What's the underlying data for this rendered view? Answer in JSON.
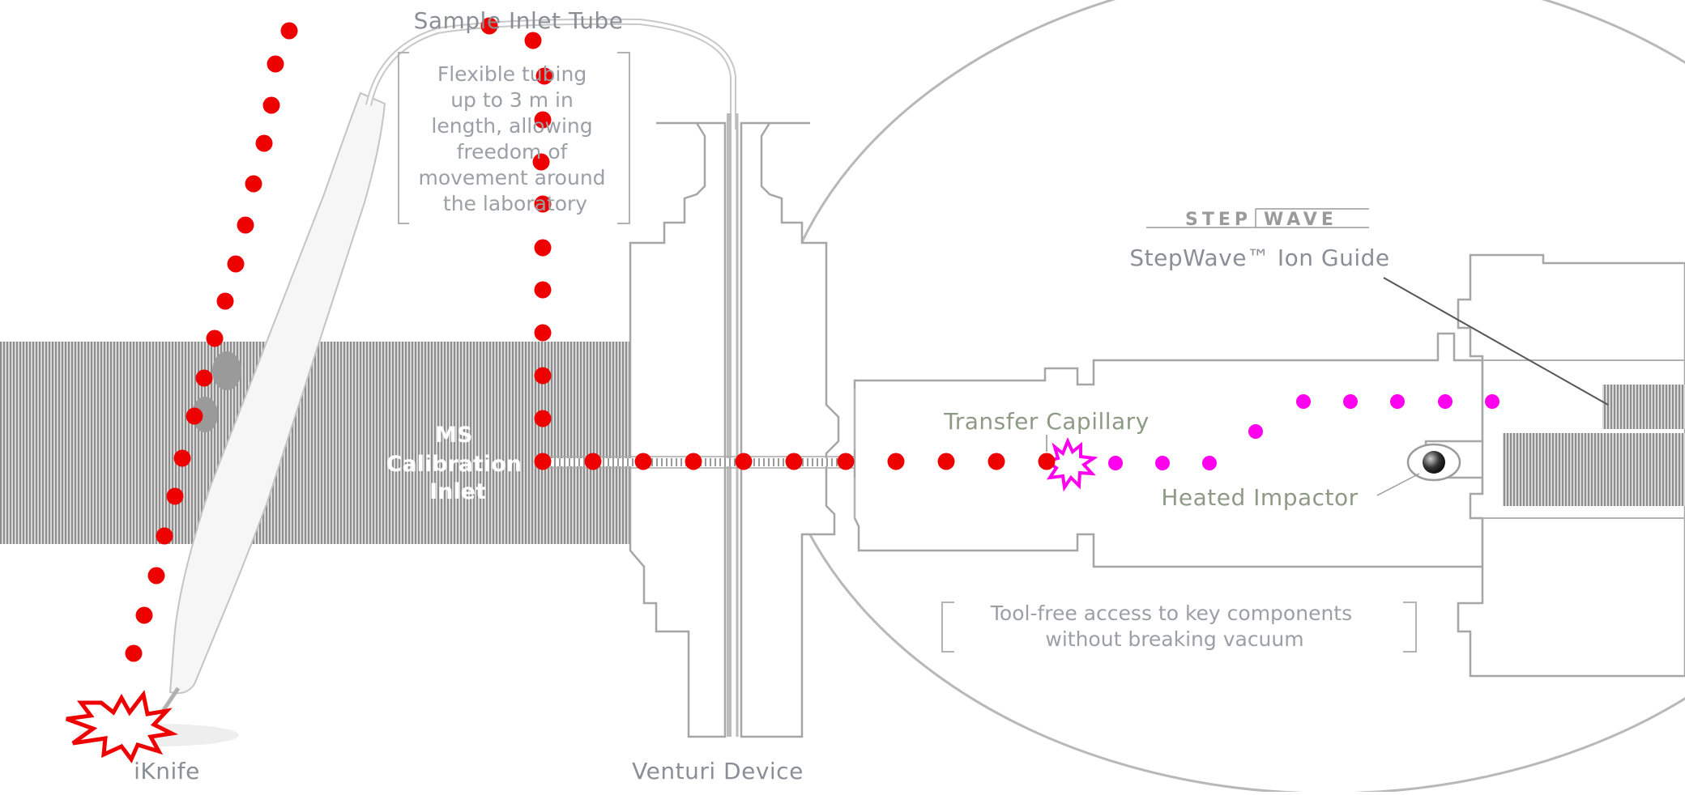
{
  "labels": {
    "sample_inlet_tube": "Sample Inlet Tube",
    "flexible_tubing": [
      "Flexible tubing",
      "up to 3 m in",
      "length, allowing",
      "freedom of",
      "movement around",
      "the laboratory"
    ],
    "ms_calibration_inlet": [
      "MS",
      "Calibration",
      "Inlet"
    ],
    "stepwave_logo_left": "STEP",
    "stepwave_logo_right": "WAVE",
    "stepwave_ion_guide": "StepWave™ Ion Guide",
    "transfer_capillary": "Transfer Capillary",
    "heated_impactor": "Heated Impactor",
    "tool_free_access": [
      "Tool-free access to key components",
      "without breaking vacuum"
    ],
    "iknife": "iKnife",
    "venturi_device": "Venturi Device"
  },
  "colors": {
    "sample_dots": "#ee0000",
    "ion_dots": "#ff00ee",
    "outline": "#a6a6a6",
    "label_gray": "#8a8f96",
    "label_green": "#8c9a86",
    "hatch_band": "#8f8f8f"
  }
}
